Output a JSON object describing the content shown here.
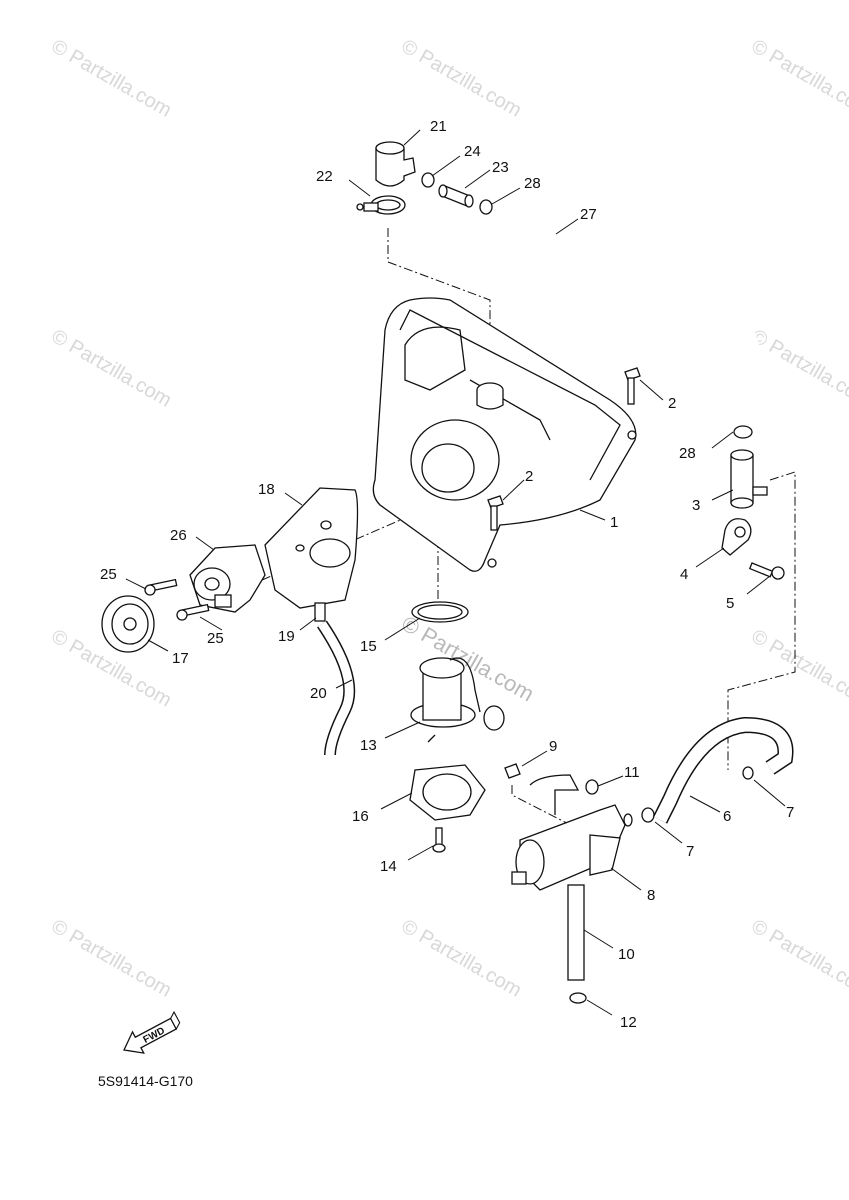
{
  "watermark": "© Partzilla.com",
  "diagram_code": "5S91414-G170",
  "fwd_label": "FWD",
  "callouts": [
    "21",
    "24",
    "22",
    "23",
    "28",
    "27",
    "2",
    "28",
    "2",
    "1",
    "3",
    "18",
    "26",
    "4",
    "5",
    "25",
    "25",
    "19",
    "15",
    "17",
    "20",
    "13",
    "9",
    "11",
    "16",
    "6",
    "7",
    "7",
    "14",
    "8",
    "10",
    "12"
  ]
}
